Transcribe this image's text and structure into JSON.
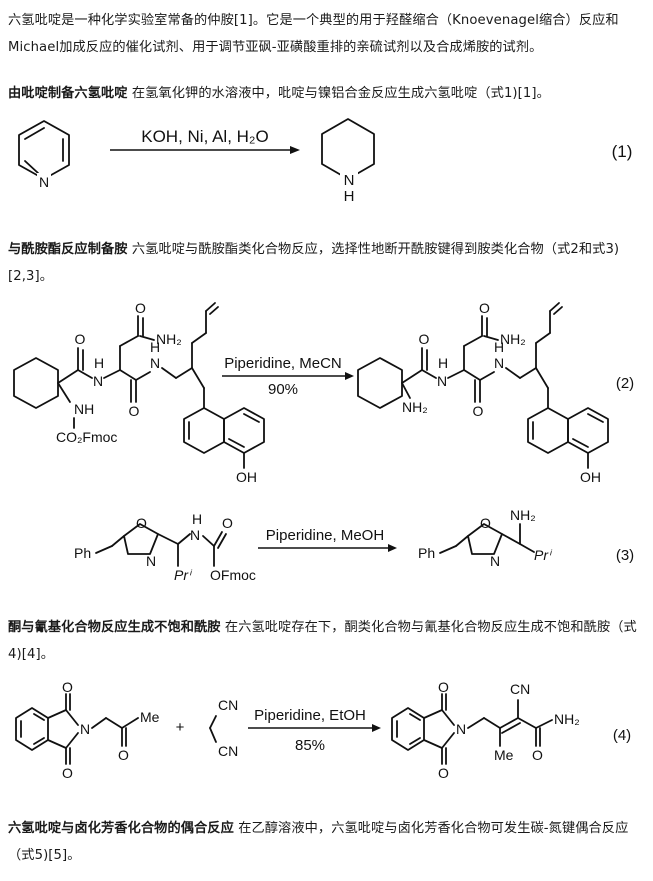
{
  "intro": {
    "text": "六氢吡啶是一种化学实验室常备的仲胺[1]。它是一个典型的用于羟醛缩合（Knoevenagel缩合）反应和Michael加成反应的催化试剂、用于调节亚砜-亚磺酸重排的亲硫试剂以及合成烯胺的试剂。"
  },
  "sections": [
    {
      "heading": "由吡啶制备六氢吡啶",
      "body": "在氢氧化钾的水溶液中，吡啶与镍铝合金反应生成六氢吡啶（式1)[1]。"
    },
    {
      "heading": "与酰胺酯反应制备胺",
      "body": "六氢吡啶与酰胺酯类化合物反应，选择性地断开酰胺键得到胺类化合物（式2和式3)[2,3]。"
    },
    {
      "heading": "酮与氰基化合物反应生成不饱和酰胺",
      "body": "在六氢吡啶存在下，酮类化合物与氰基化合物反应生成不饱和酰胺（式4)[4]。"
    },
    {
      "heading": "六氢吡啶与卤化芳香化合物的偶合反应",
      "body": "在乙醇溶液中，六氢吡啶与卤化芳香化合物可发生碳-氮键偶合反应（式5)[5]。"
    }
  ],
  "equations": {
    "eq1": {
      "number": "(1)",
      "reagents": "KOH, Ni, Al, H₂O",
      "reactant_atom": "N",
      "product_atom": "N",
      "product_h": "H"
    },
    "eq2": {
      "number": "(2)",
      "reagents": "Piperidine, MeCN",
      "yield": "90%",
      "labels": {
        "nh2_amide_left": "NH₂",
        "nh_left": "N",
        "h_left": "H",
        "nh_left2": "N",
        "h_left2": "H",
        "n_cbz": "NH",
        "co2fmoc": "CO₂Fmoc",
        "oh_left": "OH",
        "o1": "O",
        "o2": "O",
        "o3": "O",
        "nh2_amide_right": "NH₂",
        "nh_right": "N",
        "h_right": "H",
        "nh_right2": "N",
        "h_right2": "H",
        "nh2_right": "NH₂",
        "oh_right": "OH",
        "o4": "O",
        "o5": "O",
        "o6": "O"
      }
    },
    "eq3": {
      "number": "(3)",
      "reagents": "Piperidine, MeOH",
      "labels": {
        "ph_left": "Ph",
        "o_left": "O",
        "n_left": "N",
        "nh_left": "N",
        "h_left": "H",
        "o_carb": "O",
        "ofmoc": "OFmoc",
        "pri_left": "Prⁱ",
        "ph_right": "Ph",
        "o_right": "O",
        "n_right": "N",
        "nh2_right": "NH₂",
        "pri_right": "Prⁱ"
      }
    },
    "eq4": {
      "number": "(4)",
      "reagents": "Piperidine, EtOH",
      "yield": "85%",
      "plus": "+",
      "labels": {
        "o_top_l": "O",
        "o_bot_l": "O",
        "n_l": "N",
        "me_l": "Me",
        "o_ketone": "O",
        "cn_top": "CN",
        "cn_bot": "CN",
        "o_top_r": "O",
        "o_bot_r": "O",
        "n_r": "N",
        "cn_r": "CN",
        "me_r": "Me",
        "nh2_r": "NH₂",
        "o_amide": "O"
      }
    }
  }
}
